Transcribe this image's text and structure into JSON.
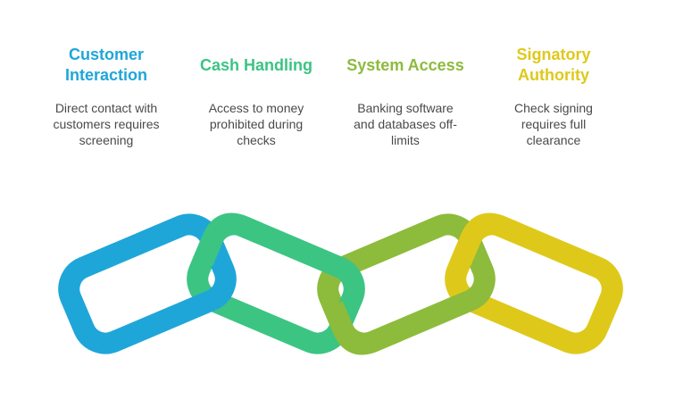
{
  "stages": [
    {
      "title": "Customer\nInteraction",
      "description": "Direct contact with customers requires screening",
      "color": "#1fa6d9"
    },
    {
      "title": "Cash Handling",
      "description": "Access to money prohibited during checks",
      "color": "#3cc483"
    },
    {
      "title": "System Access",
      "description": "Banking software and databases off-limits",
      "color": "#8dbb3c"
    },
    {
      "title": "Signatory\nAuthority",
      "description": "Check signing requires full clearance",
      "color": "#dec91b"
    }
  ]
}
